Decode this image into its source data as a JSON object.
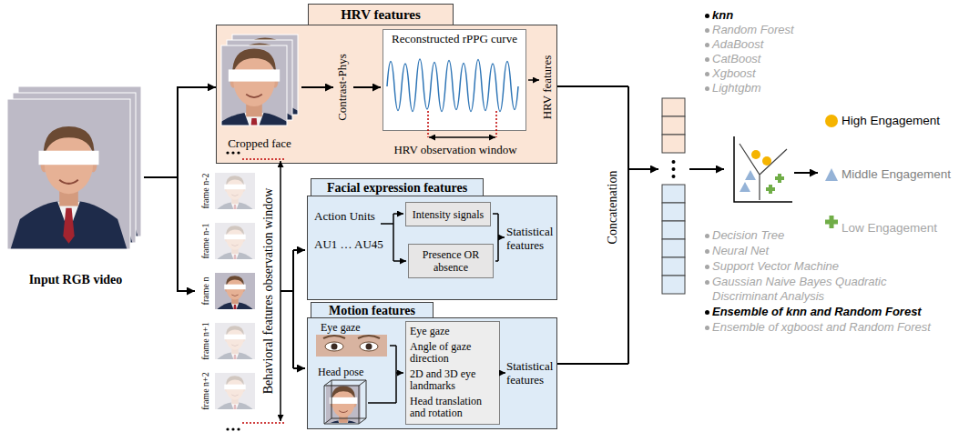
{
  "diagram": {
    "nodes": [
      {
        "text": [
          "Input RGB video"
        ]
      },
      {
        "text": [
          "HRV features"
        ]
      },
      {
        "text": [
          "Reconstructed rPPG curve"
        ],
        "in": 1
      },
      {
        "text": [
          "Facial expression features"
        ]
      },
      {
        "text": [
          "Intensity signals"
        ],
        "in": 3
      },
      {
        "text": [
          "Presence OR absence"
        ],
        "in": 3
      },
      {
        "text": [
          "Motion features"
        ]
      },
      {
        "text": [
          "Eye gaze",
          "Angle of gaze direction",
          "2D and 3D eye landmarks",
          "Head translation and rotation"
        ],
        "in": 6
      }
    ],
    "edges": [
      {
        "from": 0,
        "to": 1,
        "arrow": "to"
      }
    ],
    "labels": [
      "Cropped face",
      "Contrast-Phys",
      "HRV observation window",
      "HRV features",
      "frame n-2",
      "frame n-1",
      "frame n",
      "frame n+1",
      "frame n+2",
      "Behavioral features observation window",
      "Action Units",
      "AU1 … AU45",
      "Statistical features",
      "Eye gaze",
      "Head pose",
      "Statistical features",
      "Concatenation",
      "knn",
      "Random Forest",
      "AdaBoost",
      "CatBoost",
      "Xgboost",
      "Lightgbm",
      "Decision Tree",
      "Neural Net",
      "Support Vector Machine",
      "Gaussian Naive Bayes Quadratic Discriminant Analysis",
      "Ensemble of knn and Random Forest",
      "Ensemble of xgboost and Random Forest"
    ],
    "legend": [
      {
        "text": "High Engagement",
        "color": "#f5b400"
      },
      {
        "text": "Middle Engagement",
        "color": "#95b3d7"
      },
      {
        "text": "Low Engagement",
        "color": "#70ad47"
      }
    ]
  }
}
